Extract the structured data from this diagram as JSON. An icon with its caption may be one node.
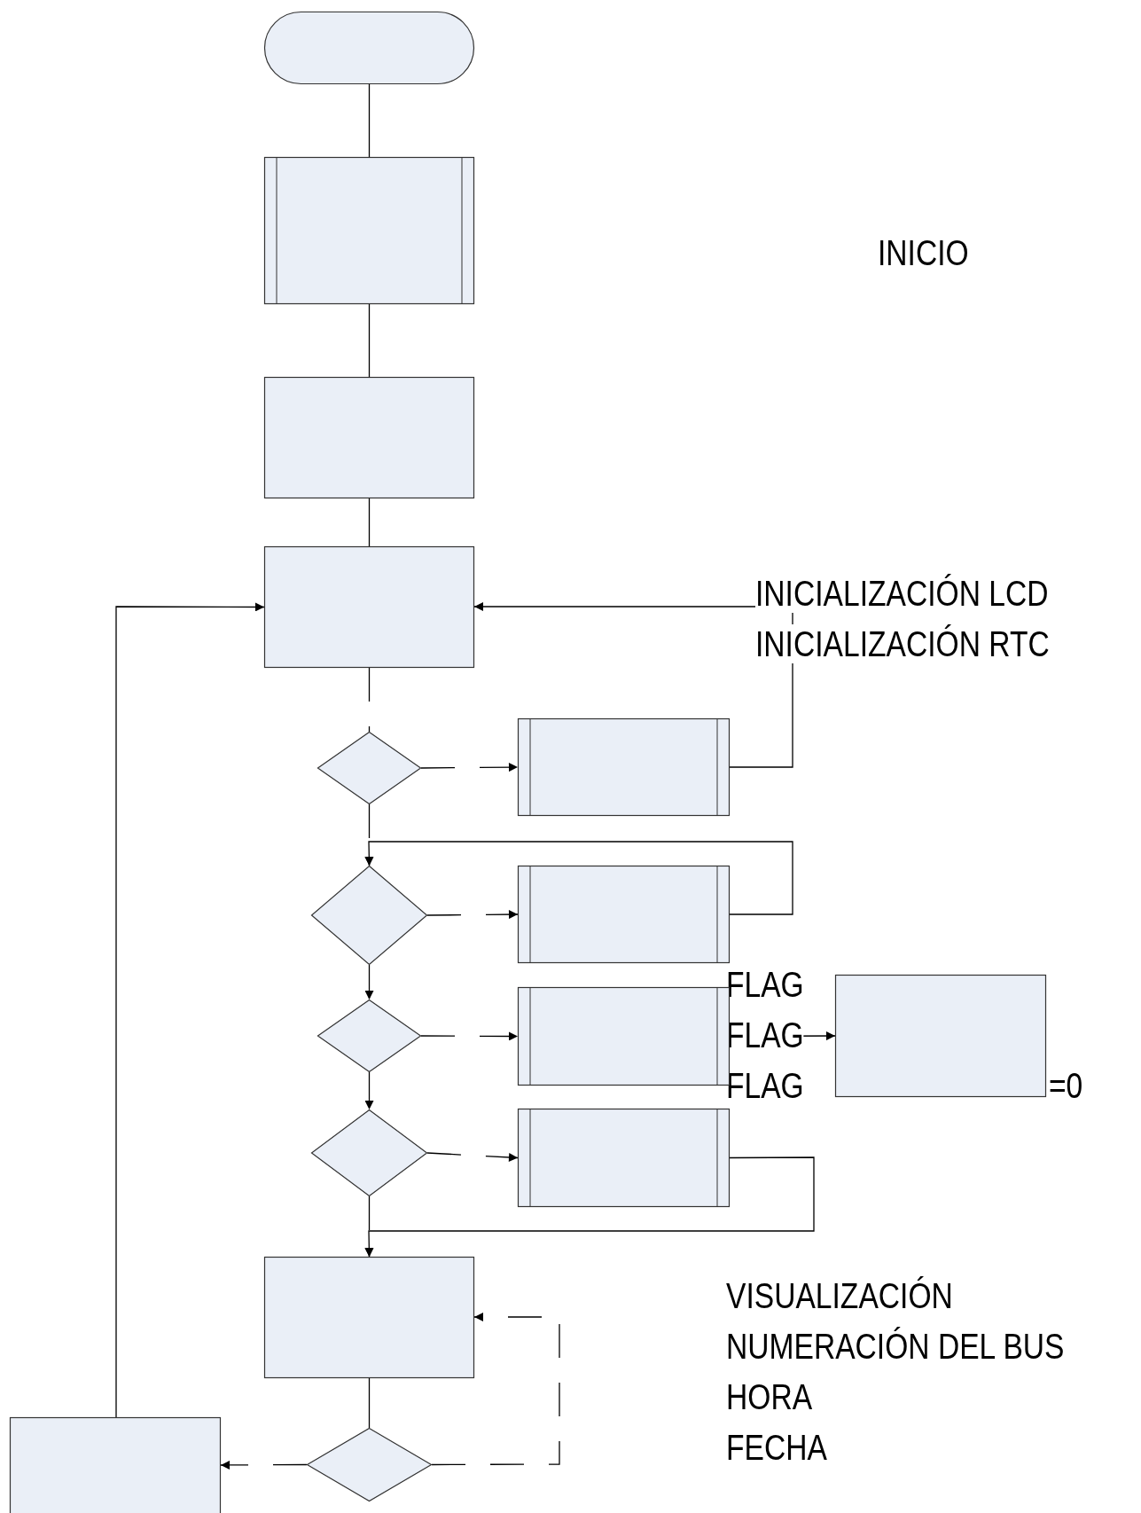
{
  "diagram": {
    "nodes": [
      {
        "text": [],
        "shape": "box"
      },
      {
        "text": [],
        "shape": "box"
      },
      {
        "text": [],
        "shape": "box"
      },
      {
        "text": [],
        "shape": "box"
      },
      {
        "text": [],
        "shape": "diamond"
      },
      {
        "text": [],
        "shape": "box"
      },
      {
        "text": [],
        "shape": "diamond"
      },
      {
        "text": [],
        "shape": "box"
      },
      {
        "text": [],
        "shape": "diamond"
      },
      {
        "text": [],
        "shape": "box"
      },
      {
        "text": [],
        "shape": "box"
      },
      {
        "text": [],
        "shape": "diamond"
      },
      {
        "text": [],
        "shape": "box"
      },
      {
        "text": [],
        "shape": "box"
      },
      {
        "text": [],
        "shape": "diamond"
      },
      {
        "text": [],
        "shape": "box"
      }
    ],
    "edges": [
      {
        "from": 0,
        "to": 1,
        "arrow": "none"
      },
      {
        "from": 1,
        "to": 2,
        "arrow": "none"
      },
      {
        "from": 2,
        "to": 3,
        "arrow": "none"
      },
      {
        "from": 3,
        "to": 4,
        "arrow": "none",
        "style": "dashed"
      },
      {
        "from": 4,
        "to": 5,
        "arrow": "to",
        "style": "dashed"
      },
      {
        "from": 5,
        "to": 3,
        "arrow": "to"
      },
      {
        "from": 4,
        "to": 6,
        "arrow": "to",
        "style": "dashed"
      },
      {
        "from": 7,
        "to": 6,
        "arrow": "to"
      },
      {
        "from": 6,
        "to": 7,
        "arrow": "to",
        "style": "dashed"
      },
      {
        "from": 6,
        "to": 8,
        "arrow": "to",
        "style": "dashed"
      },
      {
        "from": 8,
        "to": 9,
        "arrow": "to",
        "style": "dashed"
      },
      {
        "from": 9,
        "to": 10,
        "arrow": "to"
      },
      {
        "from": 8,
        "to": 11,
        "arrow": "to",
        "style": "dashed"
      },
      {
        "from": 11,
        "to": 12,
        "arrow": "to",
        "style": "dashed"
      },
      {
        "from": 12,
        "to": 13,
        "arrow": "to"
      },
      {
        "from": 11,
        "to": 13,
        "arrow": "to",
        "style": "dashed"
      },
      {
        "from": 13,
        "to": 14,
        "arrow": "none"
      },
      {
        "from": 14,
        "to": 13,
        "arrow": "to",
        "style": "dashed"
      },
      {
        "from": 14,
        "to": 15,
        "arrow": "to",
        "style": "dashed"
      },
      {
        "from": 15,
        "to": 3,
        "arrow": "to"
      }
    ],
    "labels": [
      "INICIO",
      "INICIALIZACIÓN LCD",
      "INICIALIZACIÓN RTC",
      "FLAG",
      "FLAG",
      "FLAG",
      "=0",
      "VISUALIZACIÓN",
      "NUMERACIÓN DEL BUS",
      "HORA",
      "FECHA"
    ]
  }
}
